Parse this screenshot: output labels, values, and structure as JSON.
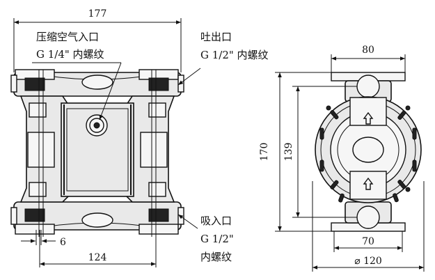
{
  "front_view": {
    "dim_width": "177",
    "dim_bottom": "124",
    "dim_offset": "6",
    "air_inlet": {
      "line1": "压缩空气入口",
      "line2": "G 1/4\" 内螺纹"
    },
    "outlet": {
      "line1": "吐出口",
      "line2": "G 1/2\" 内螺纹"
    },
    "inlet": {
      "line1": "吸入口",
      "line2": "G 1/2\"",
      "line3": "内螺纹"
    }
  },
  "side_view": {
    "dim_top": "80",
    "dim_height_outer": "170",
    "dim_height_inner": "139",
    "dim_bottom": "70",
    "dim_diameter": "⌀ 120"
  }
}
